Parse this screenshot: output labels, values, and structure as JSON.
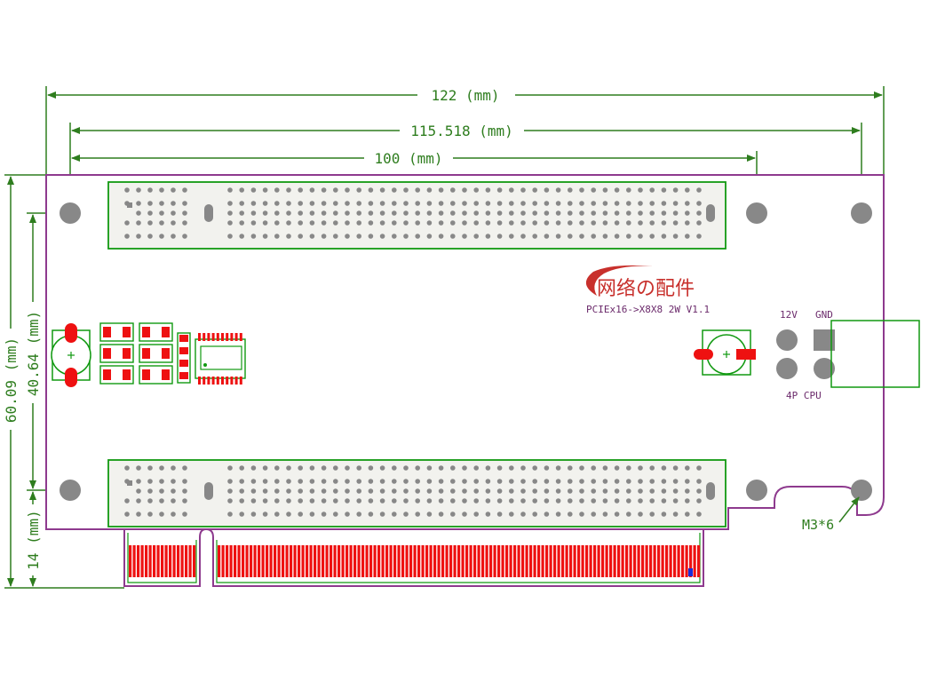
{
  "dimensions": {
    "width_122": "122 (mm)",
    "width_115": "115.518 (mm)",
    "width_100": "100 (mm)",
    "height_60": "60.09 (mm)",
    "height_40": "40.64 (mm)",
    "height_14": "14 (mm)"
  },
  "board": {
    "brand": "网络の配件",
    "model": "PCIEx16->X8X8 2W  V1.1",
    "power_12v": "12V",
    "power_gnd": "GND",
    "power_connector": "4P CPU",
    "screw_label": "M3*6"
  },
  "colors": {
    "outline": "#8e3a8e",
    "component": "#119911",
    "dimension": "#2e7d1e",
    "pad_red": "#ee1111",
    "hole_gray": "#888888",
    "connector_fill": "#f2f2ee"
  }
}
